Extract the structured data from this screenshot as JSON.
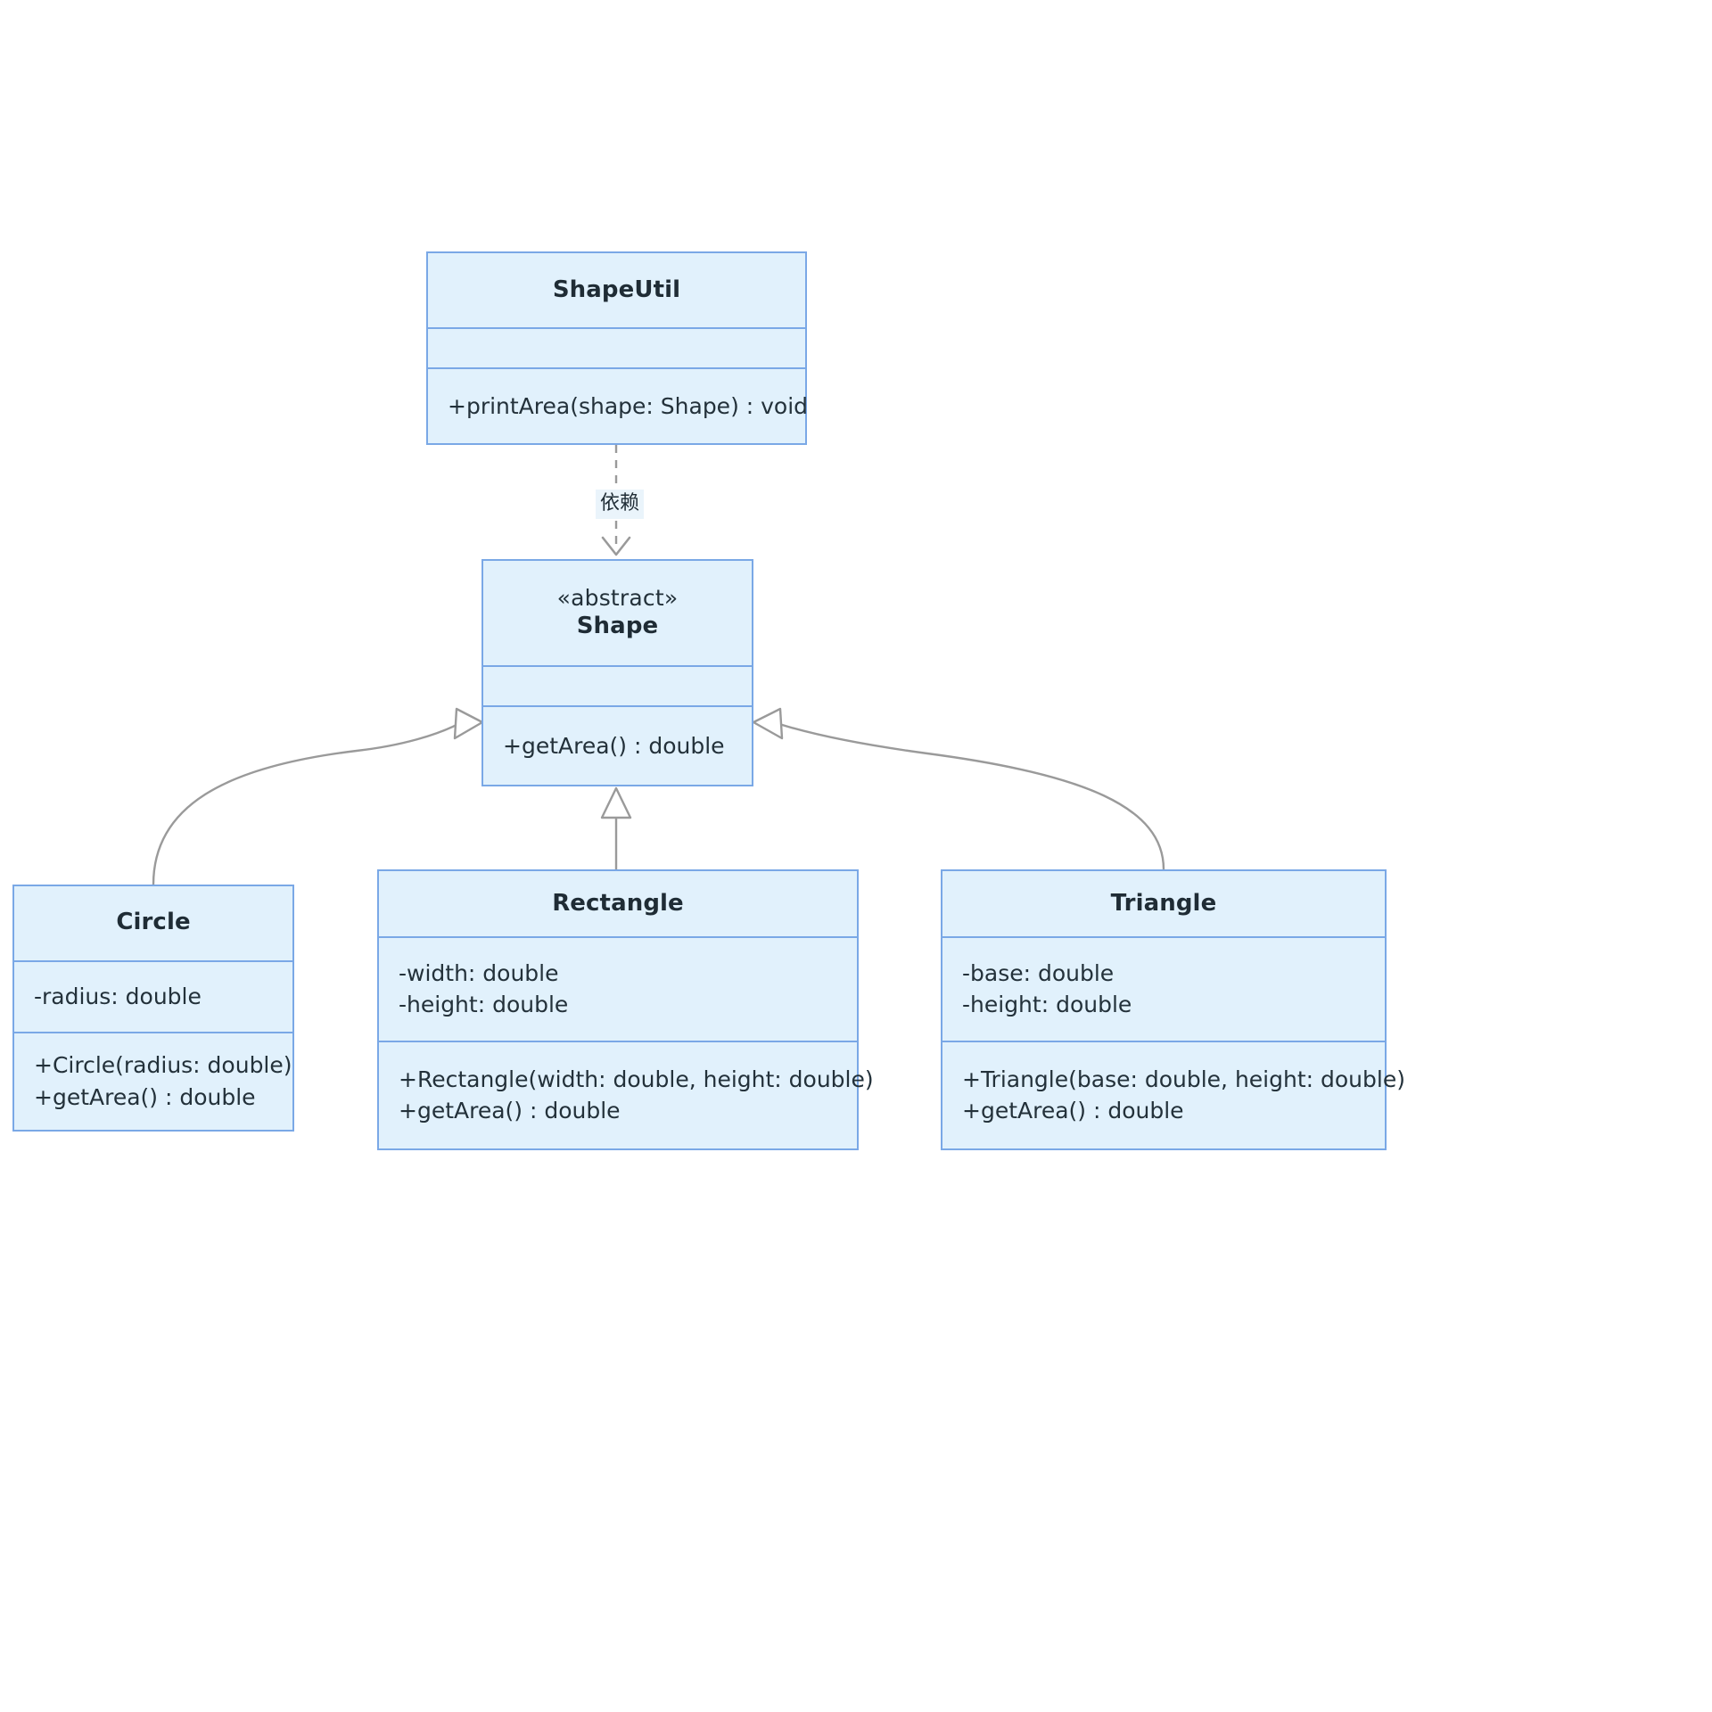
{
  "diagram": {
    "type": "uml-class-diagram",
    "title": "Shape hierarchy class diagram",
    "colors": {
      "class_fill": "#e1f1fc",
      "class_border": "#7aa8e6",
      "text": "#23313a",
      "connector": "#9a9a9a",
      "label_background": "#eaf4fb",
      "canvas": "#ffffff"
    }
  },
  "classes": {
    "shapeutil": {
      "name": "ShapeUtil",
      "stereotype": "",
      "attributes": [],
      "methods": [
        "+printArea(shape: Shape) : void"
      ]
    },
    "shape": {
      "name": "Shape",
      "stereotype": "«abstract»",
      "attributes": [],
      "methods": [
        "+getArea() : double"
      ]
    },
    "circle": {
      "name": "Circle",
      "stereotype": "",
      "attributes": [
        "-radius: double"
      ],
      "methods": [
        "+Circle(radius: double)",
        "+getArea() : double"
      ]
    },
    "rectangle": {
      "name": "Rectangle",
      "stereotype": "",
      "attributes": [
        "-width: double",
        "-height: double"
      ],
      "methods": [
        "+Rectangle(width: double, height: double)",
        "+getArea() : double"
      ]
    },
    "triangle": {
      "name": "Triangle",
      "stereotype": "",
      "attributes": [
        "-base: double",
        "-height: double"
      ],
      "methods": [
        "+Triangle(base: double, height: double)",
        "+getArea() : double"
      ]
    }
  },
  "relationships": {
    "dependency": {
      "label": "依赖",
      "from": "ShapeUtil",
      "to": "Shape",
      "style": "dashed",
      "arrow": "open"
    },
    "generalizations": [
      {
        "from": "Circle",
        "to": "Shape",
        "style": "solid",
        "arrow": "hollow-triangle"
      },
      {
        "from": "Rectangle",
        "to": "Shape",
        "style": "solid",
        "arrow": "hollow-triangle"
      },
      {
        "from": "Triangle",
        "to": "Shape",
        "style": "solid",
        "arrow": "hollow-triangle"
      }
    ]
  }
}
